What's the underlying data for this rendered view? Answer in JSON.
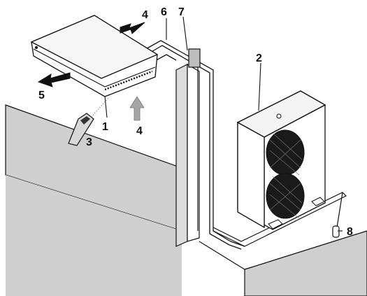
{
  "labels": {
    "indoor_unit": "1",
    "outdoor_unit": "2",
    "remote_control": "3",
    "air_intake_top": "4",
    "air_intake_front": "4",
    "air_outlet": "5",
    "refrigerant_piping": "6",
    "wiring_duct": "7",
    "drain_plug": "8"
  },
  "colors": {
    "stroke": "#111111",
    "wall_shade": "#cfcfcf",
    "floor": "#ffffff",
    "unit_fill": "#ffffff",
    "grille_fill": "#1a1a1a",
    "arrow_gray": "#a6a6a6",
    "arrow_black": "#111111"
  }
}
